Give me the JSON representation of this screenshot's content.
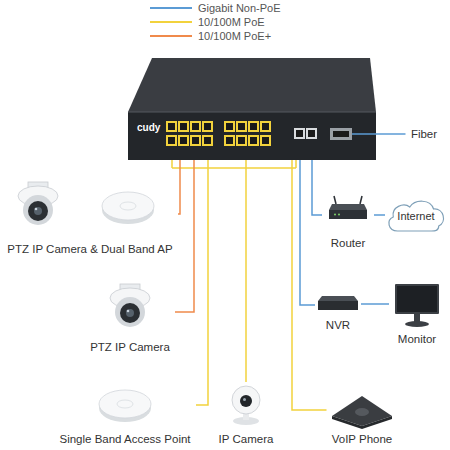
{
  "diagram": {
    "nodes": [
      {
        "text": [
          "cudy"
        ]
      },
      {
        "text": [
          "Fiber"
        ]
      },
      {
        "text": [
          "Router"
        ]
      },
      {
        "text": [
          "Internet"
        ]
      },
      {
        "text": [
          "NVR"
        ]
      },
      {
        "text": [
          "Monitor"
        ]
      },
      {
        "text": [
          "PTZ IP Camera & Dual Band AP"
        ]
      },
      {
        "text": [
          "PTZ IP Camera"
        ]
      },
      {
        "text": [
          "Single Band Access Point"
        ]
      },
      {
        "text": [
          "IP Camera"
        ]
      },
      {
        "text": [
          "VoIP Phone"
        ]
      }
    ],
    "edges": [
      {
        "from": 0,
        "to": 1,
        "arrow": "none"
      },
      {
        "from": 0,
        "to": 2,
        "arrow": "none"
      },
      {
        "from": 2,
        "to": 3,
        "arrow": "none"
      },
      {
        "from": 0,
        "to": 4,
        "arrow": "none"
      },
      {
        "from": 4,
        "to": 5,
        "arrow": "none"
      },
      {
        "from": 0,
        "to": 6,
        "arrow": "none"
      },
      {
        "from": 0,
        "to": 7,
        "arrow": "none"
      },
      {
        "from": 0,
        "to": 8,
        "arrow": "none"
      },
      {
        "from": 0,
        "to": 9,
        "arrow": "none"
      },
      {
        "from": 0,
        "to": 10,
        "arrow": "none"
      }
    ],
    "legend": [
      {
        "text": "Gigabit Non-PoE",
        "color": "#5b9bd5"
      },
      {
        "text": "10/100M PoE",
        "color": "#f2d23c"
      },
      {
        "text": "10/100M PoE+",
        "color": "#f08a4b"
      }
    ]
  }
}
